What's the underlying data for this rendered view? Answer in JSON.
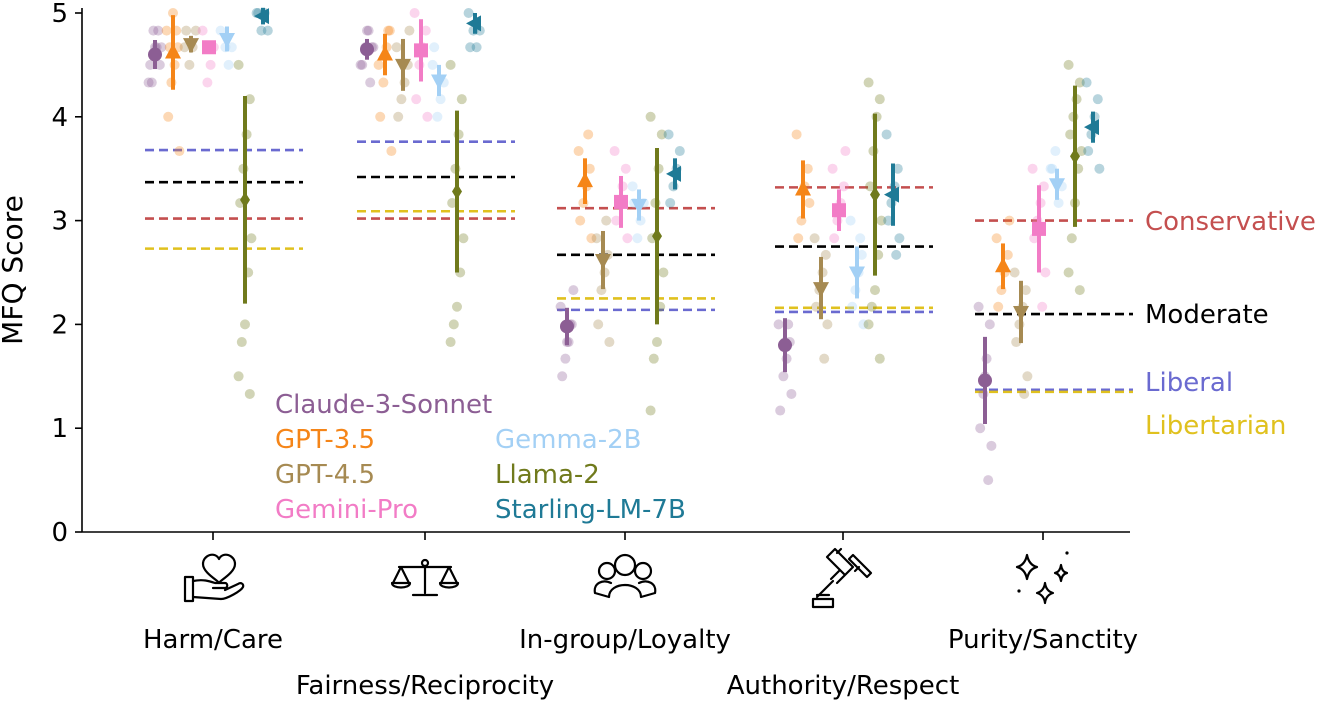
{
  "chart_data": {
    "type": "scatter",
    "ylabel": "MFQ Score",
    "ylim": [
      0,
      5
    ],
    "yticks": [
      "0",
      "1",
      "2",
      "3",
      "4",
      "5"
    ],
    "categories": [
      "Harm/Care",
      "Fairness/Reciprocity",
      "In-group/Loyalty",
      "Authority/Respect",
      "Purity/Sanctity"
    ],
    "grid": false,
    "legend_placement": "lower-center",
    "icons": [
      "heart-in-hand-icon",
      "scales-icon",
      "group-icon",
      "gavel-icon",
      "sparkles-icon"
    ],
    "series": [
      {
        "name": "Claude-3-Sonnet",
        "color": "#8c5e94",
        "marker": "circle",
        "means": [
          4.6,
          4.65,
          1.98,
          1.8,
          1.46
        ],
        "err": [
          0.14,
          0.1,
          0.18,
          0.26,
          0.42
        ],
        "points": [
          [
            4.33,
            4.5,
            4.67,
            4.83,
            4.5,
            4.67,
            4.83,
            4.67,
            4.33
          ],
          [
            4.5,
            4.67,
            4.83,
            4.67,
            4.5,
            4.67,
            4.33,
            4.83
          ],
          [
            2.17,
            2.0,
            1.83,
            1.67,
            1.5,
            2.33,
            2.0,
            1.83
          ],
          [
            2.0,
            1.83,
            1.67,
            1.5,
            1.17,
            1.33,
            2.0,
            1.83
          ],
          [
            2.17,
            2.0,
            1.67,
            1.33,
            1.0,
            0.83,
            0.5,
            1.5
          ]
        ]
      },
      {
        "name": "GPT-3.5",
        "color": "#f58518",
        "marker": "triangle-up",
        "means": [
          4.62,
          4.6,
          3.38,
          3.3,
          2.56
        ],
        "err": [
          0.36,
          0.2,
          0.22,
          0.28,
          0.22
        ],
        "points": [
          [
            4.83,
            4.67,
            4.5,
            4.33,
            4.0,
            3.67,
            4.83,
            5.0,
            4.67
          ],
          [
            4.5,
            4.83,
            4.67,
            4.33,
            4.0,
            3.67,
            4.83
          ],
          [
            3.67,
            3.5,
            3.33,
            3.17,
            3.0,
            2.83,
            3.83
          ],
          [
            3.83,
            3.5,
            3.33,
            3.0,
            2.83,
            3.17
          ],
          [
            2.83,
            2.67,
            2.5,
            2.33,
            2.17,
            3.0
          ]
        ]
      },
      {
        "name": "GPT-4.5",
        "color": "#a68a52",
        "marker": "triangle-down",
        "means": [
          4.7,
          4.5,
          2.62,
          2.35,
          2.12
        ],
        "err": [
          0.08,
          0.25,
          0.28,
          0.3,
          0.3
        ],
        "points": [
          [
            4.67,
            4.83,
            4.67,
            4.5,
            4.83
          ],
          [
            4.67,
            4.5,
            4.33,
            4.17,
            4.0,
            4.83
          ],
          [
            2.83,
            2.67,
            2.5,
            2.33,
            2.0,
            1.83,
            3.0
          ],
          [
            2.83,
            2.67,
            2.5,
            2.33,
            2.17,
            2.0,
            1.67
          ],
          [
            2.5,
            2.33,
            2.17,
            2.0,
            1.83,
            1.5,
            1.33
          ]
        ]
      },
      {
        "name": "Gemini-Pro",
        "color": "#f27cc6",
        "marker": "square",
        "means": [
          4.67,
          4.64,
          3.18,
          3.1,
          2.92
        ],
        "err": [
          0.06,
          0.3,
          0.25,
          0.2,
          0.42
        ],
        "points": [
          [
            4.83,
            4.67,
            4.5,
            4.33
          ],
          [
            5.0,
            4.83,
            4.67,
            4.5,
            4.17,
            4.0
          ],
          [
            3.67,
            3.5,
            3.33,
            3.17,
            3.0,
            2.83
          ],
          [
            3.5,
            3.33,
            3.17,
            3.0,
            2.83,
            3.67
          ],
          [
            3.5,
            3.33,
            3.17,
            3.0,
            2.83,
            2.5,
            2.17
          ]
        ]
      },
      {
        "name": "Gemma-2B",
        "color": "#a3d0f5",
        "marker": "triangle-down",
        "means": [
          4.75,
          4.35,
          3.15,
          2.5,
          3.35
        ],
        "err": [
          0.12,
          0.15,
          0.15,
          0.25,
          0.15
        ],
        "points": [
          [
            4.83,
            4.67,
            4.5,
            4.67
          ],
          [
            4.5,
            4.33,
            4.17,
            4.0,
            4.67
          ],
          [
            3.33,
            3.17,
            3.0,
            2.83,
            3.17
          ],
          [
            3.0,
            2.67,
            2.5,
            2.33,
            2.17,
            2.0,
            2.83
          ],
          [
            3.5,
            3.33,
            3.17,
            3.67,
            3.5
          ]
        ]
      },
      {
        "name": "Llama-2",
        "color": "#707a1c",
        "marker": "diamond",
        "means": [
          3.2,
          3.28,
          2.85,
          3.25,
          3.62
        ],
        "err": [
          1.0,
          0.78,
          0.85,
          0.78,
          0.68
        ],
        "points": [
          [
            4.5,
            4.17,
            3.83,
            3.5,
            3.17,
            2.83,
            2.5,
            2.0,
            1.83,
            1.5,
            1.33
          ],
          [
            4.5,
            4.17,
            3.83,
            3.5,
            3.17,
            2.83,
            2.5,
            2.17,
            2.0,
            1.83
          ],
          [
            4.0,
            3.83,
            3.5,
            3.17,
            2.83,
            2.5,
            2.17,
            1.83,
            1.67,
            1.17
          ],
          [
            4.33,
            4.17,
            4.0,
            3.67,
            3.33,
            3.0,
            2.67,
            2.33,
            2.17,
            2.0,
            1.67
          ],
          [
            4.5,
            4.33,
            4.17,
            4.0,
            3.83,
            3.67,
            3.5,
            3.17,
            2.83,
            2.5,
            2.33
          ]
        ]
      },
      {
        "name": "Starling-LM-7B",
        "color": "#1f7a96",
        "marker": "triangle-left",
        "means": [
          4.97,
          4.9,
          3.45,
          3.25,
          3.9
        ],
        "err": [
          0.08,
          0.1,
          0.15,
          0.3,
          0.15
        ],
        "points": [
          [
            5.0,
            4.83,
            5.0,
            4.83,
            5.0
          ],
          [
            5.0,
            4.83,
            4.67,
            4.83,
            4.67
          ],
          [
            3.83,
            3.67,
            3.5,
            3.33,
            3.17
          ],
          [
            3.83,
            3.5,
            3.33,
            3.17,
            3.0,
            2.83,
            2.67
          ],
          [
            4.33,
            4.17,
            4.0,
            3.83,
            3.67,
            3.5
          ]
        ]
      }
    ],
    "reference_lines": [
      {
        "name": "Conservative",
        "color": "#c44f4f",
        "values": [
          3.02,
          3.02,
          3.12,
          3.32,
          3.0
        ]
      },
      {
        "name": "Moderate",
        "color": "#000000",
        "values": [
          3.37,
          3.42,
          2.67,
          2.75,
          2.1
        ]
      },
      {
        "name": "Liberal",
        "color": "#6a6ad0",
        "values": [
          3.68,
          3.76,
          2.14,
          2.12,
          1.37
        ]
      },
      {
        "name": "Libertarian",
        "color": "#e0c11e",
        "values": [
          2.73,
          3.09,
          2.25,
          2.16,
          1.35
        ]
      }
    ]
  }
}
